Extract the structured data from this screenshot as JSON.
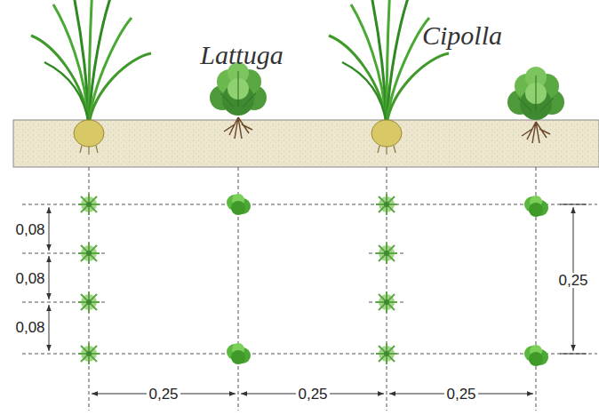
{
  "diagram": {
    "labels": [
      "Lattuga",
      "Cipolla",
      "0,08",
      "0,08",
      "0,08",
      "0,25",
      "0,25",
      "0,25",
      "0,25"
    ]
  }
}
